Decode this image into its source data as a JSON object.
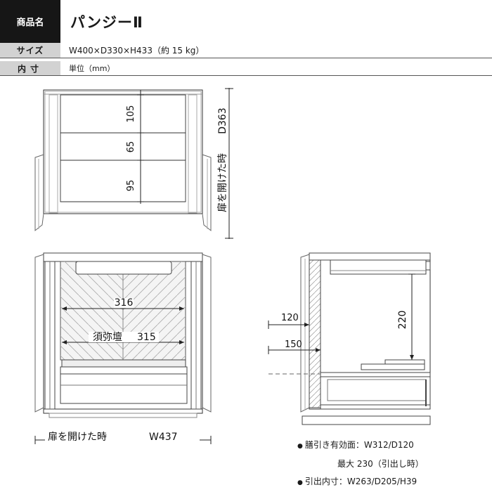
{
  "spec": {
    "name_label": "商品名",
    "name_value": "パンジーⅡ",
    "size_label": "サイズ",
    "size_value": "W400×D330×H433（約 15 kg）",
    "inner_label": "内寸",
    "inner_value": "単位（mm）"
  },
  "top_view": {
    "dim_top": "105",
    "dim_mid": "65",
    "dim_bottom": "95",
    "depth": "D363",
    "open_note": "扉を開けた時"
  },
  "front_view": {
    "width_inner": "316",
    "altar_label": "須弥壇",
    "altar_width": "315",
    "open_width_label": "扉を開けた時",
    "open_width": "W437"
  },
  "side_view": {
    "dim_120": "120",
    "dim_150": "150",
    "dim_220": "220"
  },
  "notes": {
    "line1": "膳引き有効面：W312/D120",
    "line2": "最大 230（引出し時）",
    "line3": "引出内寸：W263/D205/H39"
  }
}
